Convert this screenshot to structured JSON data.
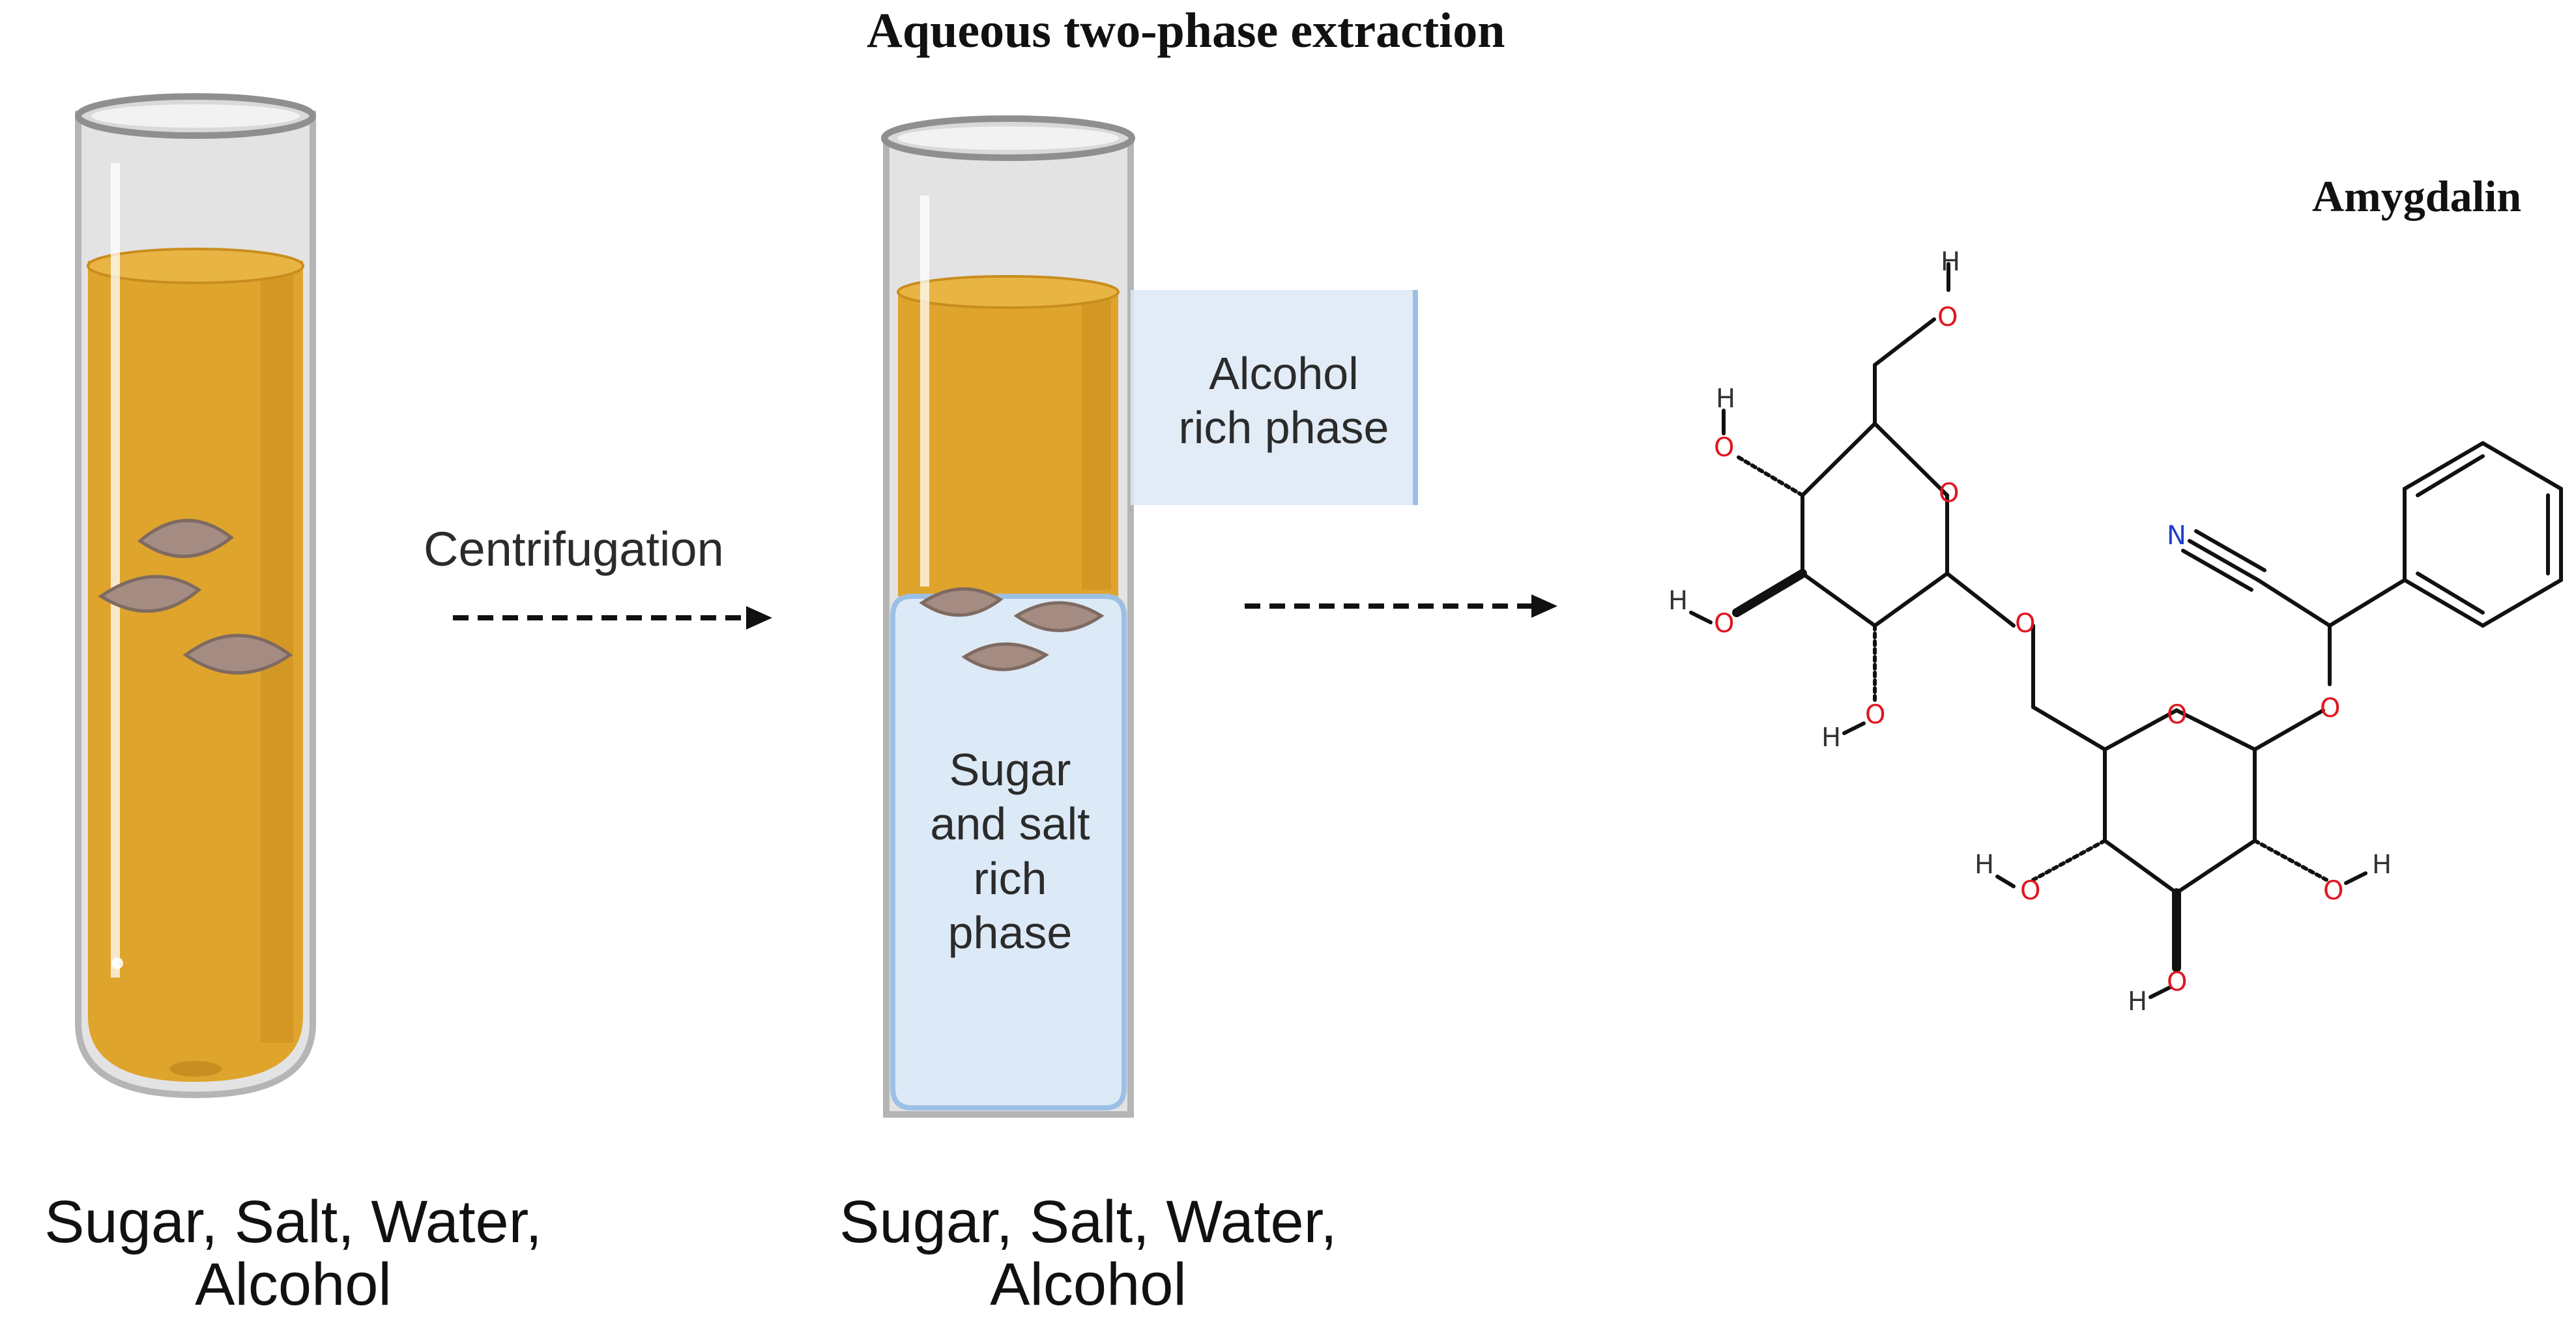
{
  "title": "Aqueous two-phase extraction",
  "step_label": "Centrifugation",
  "tube_left": {
    "caption": "Sugar, Salt, Water,\nAlcohol"
  },
  "tube_right": {
    "top_phase_label": "Alcohol\nrich phase",
    "bottom_phase_label": "Sugar\nand salt\nrich\nphase",
    "caption": "Sugar, Salt, Water,\nAlcohol"
  },
  "molecule": {
    "name": "Amygdalin",
    "atoms": {
      "O": "O",
      "H": "H",
      "N": "N"
    }
  },
  "colors": {
    "liquid": "#dfa42c",
    "liquid_dark": "#c98d1e",
    "glass": "#dcdcdc",
    "glass_edge": "#9a9a9a",
    "phase_box": "#dce9f6",
    "phase_box_edge": "#9cc0e4",
    "seed": "#a58c82",
    "oxygen": "#e0161f",
    "nitrogen": "#1f3fd1"
  }
}
